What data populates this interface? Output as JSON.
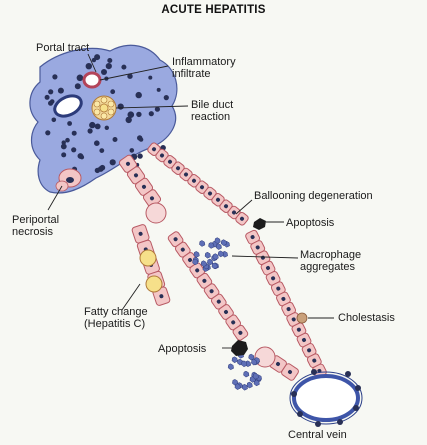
{
  "title": "ACUTE HEPATITIS",
  "labels": {
    "portal_tract": "Portal tract",
    "inflammatory_infiltrate": "Inflammatory\ninfiltrate",
    "bile_duct_reaction": "Bile duct\nreaction",
    "ballooning_degeneration": "Ballooning degeneration",
    "apoptosis_upper": "Apoptosis",
    "periportal_necrosis": "Periportal\nnecrosis",
    "macrophage_aggregates": "Macrophage\naggregates",
    "fatty_change": "Fatty change\n(Hepatitis C)",
    "cholestasis": "Cholestasis",
    "apoptosis_lower": "Apoptosis",
    "central_vein": "Central vein"
  },
  "colors": {
    "portal_tract": "#9aa9e0",
    "hepatocyte": "#f3c6c6",
    "hepatocyte_outline": "#b85a64",
    "lymphocyte": "#283056",
    "bile_duct": "#f6e08a",
    "central_vein_ring": "#3e55a8",
    "macrophage": "#5e6fb6",
    "apoptotic_body": "#202020",
    "background": "#f7f8f3"
  }
}
